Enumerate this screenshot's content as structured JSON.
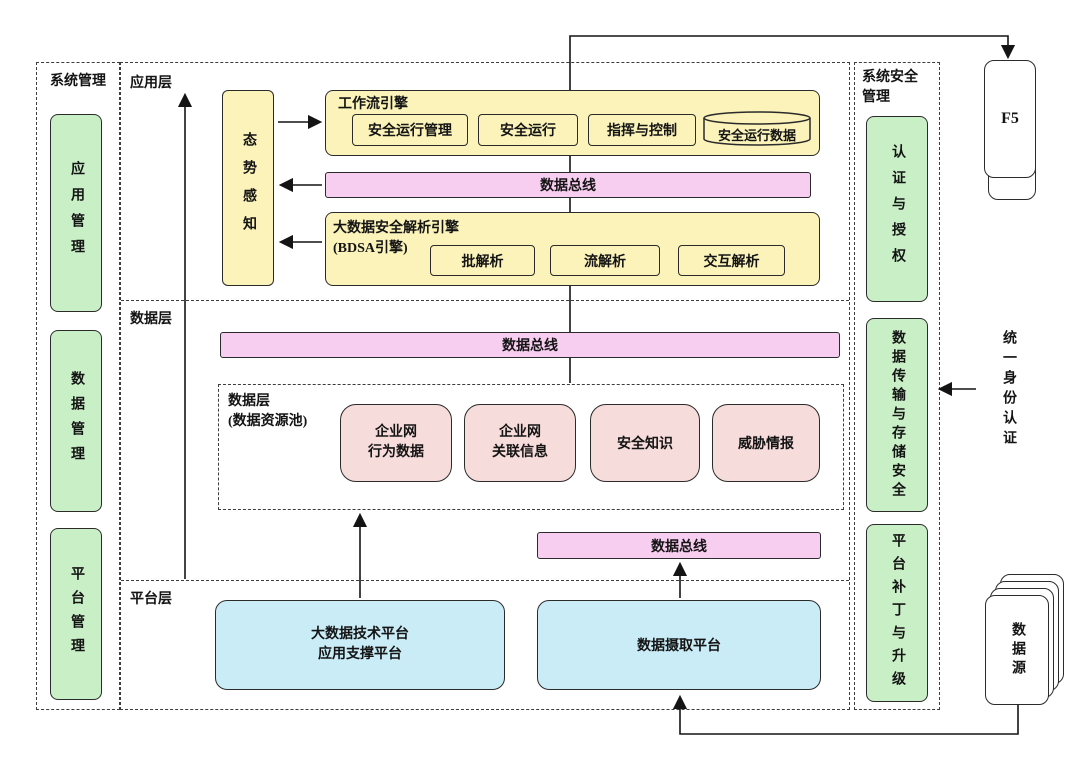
{
  "left_panel": {
    "label": "系统管理",
    "items": [
      "应用管理",
      "数据管理",
      "平台管理"
    ]
  },
  "layers": {
    "app": "应用层",
    "data": "数据层",
    "platform": "平台层"
  },
  "app_layer": {
    "situation_awareness": "态势感知",
    "workflow_engine": {
      "label": "工作流引擎",
      "items": [
        "安全运行管理",
        "安全运行",
        "指挥与控制"
      ],
      "cylinder": "安全运行数据"
    },
    "data_bus": "数据总线",
    "bdsa": {
      "label": "大数据安全解析引擎\n(BDSA引擎)",
      "items": [
        "批解析",
        "流解析",
        "交互解析"
      ]
    }
  },
  "data_layer": {
    "data_bus_top": "数据总线",
    "pool": {
      "label": "数据层\n(数据资源池)",
      "items": [
        "企业网\n行为数据",
        "企业网\n关联信息",
        "安全知识",
        "威胁情报"
      ]
    },
    "data_bus_bottom": "数据总线"
  },
  "platform_layer": {
    "bigdata_platform": "大数据技术平台\n应用支撑平台",
    "ingestion_platform": "数据摄取平台"
  },
  "right_panel": {
    "label": "系统安全\n管理",
    "items": [
      "认证与授权",
      "数据传输与存储安全",
      "平台补丁与升级"
    ]
  },
  "external": {
    "f5": "F5",
    "unified_identity": "统一身份认证",
    "data_source": "数据源"
  },
  "colors": {
    "green": "#c9efc7",
    "yellow": "#fbf3ba",
    "pink_bus": "#f7cdf0",
    "rose": "#f6dcda",
    "cyan": "#c9ecf6",
    "line": "#141414"
  }
}
